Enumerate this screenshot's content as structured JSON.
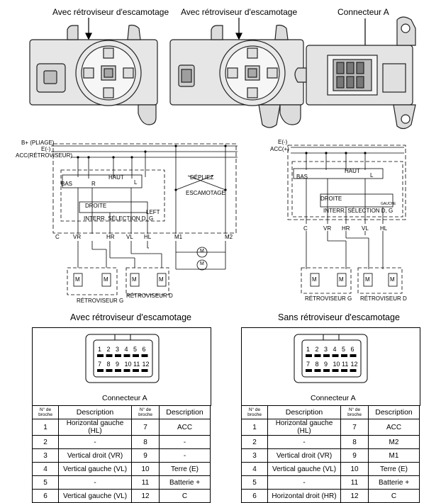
{
  "photos": {
    "left_label": "Avec rétroviseur d'escamotage",
    "middle_label": "Avec rétroviseur d'escamotage",
    "right_label": "Connecteur A"
  },
  "diagram_left": {
    "b_plus": "B+ (PLIAGE)",
    "e_minus": "E(-)",
    "acc": "ACC(RÉTROVISEUR)",
    "haut": "HAUT",
    "bas": "BAS",
    "r": "R",
    "l": "L",
    "droite": "DROITE",
    "left": "LEFT",
    "interr": "INTERR. SÉLECTION D, G",
    "depliez": "DÉPLIEZ",
    "escamotage": "ESCAMOTAGE",
    "pins": [
      "C",
      "VR",
      "HR",
      "VL",
      "HL",
      "M1",
      "M2"
    ],
    "motor": "M",
    "mirror_g": "RÉTROVISEUR G",
    "mirror_d": "RÉTROVISEUR D"
  },
  "diagram_right": {
    "e_minus": "E(-)",
    "acc": "ACC(+)",
    "haut": "HAUT",
    "bas": "BAS",
    "l": "L",
    "droite": "DROITE",
    "gauche": "GAUCHE",
    "interr": "INTERR. SÉLECTION D, G",
    "pins": [
      "C",
      "VR",
      "HR",
      "VL",
      "HL"
    ],
    "motor": "M",
    "mirror_g": "RÉTROVISEUR G",
    "mirror_d": "RÉTROVISEUR D"
  },
  "tables": [
    {
      "title": "Avec rétroviseur d'escamotage",
      "connector_label": "Connecteur A",
      "pin_row_top": [
        "1",
        "2",
        "3",
        "4",
        "5",
        "6"
      ],
      "pin_row_bottom": [
        "7",
        "8",
        "9",
        "10",
        "11",
        "12"
      ],
      "headers": [
        "N° de broche",
        "Description",
        "N° de broche",
        "Description"
      ],
      "rows": [
        [
          "1",
          "Horizontal gauche (HL)",
          "7",
          "ACC"
        ],
        [
          "2",
          "-",
          "8",
          "-"
        ],
        [
          "3",
          "Vertical droit (VR)",
          "9",
          "-"
        ],
        [
          "4",
          "Vertical gauche (VL)",
          "10",
          "Terre (E)"
        ],
        [
          "5",
          "-",
          "11",
          "Batterie +"
        ],
        [
          "6",
          "Vertical gauche (VL)",
          "12",
          "C"
        ]
      ]
    },
    {
      "title": "Sans rétroviseur d'escamotage",
      "connector_label": "Connecteur A",
      "pin_row_top": [
        "1",
        "2",
        "3",
        "4",
        "5",
        "6"
      ],
      "pin_row_bottom": [
        "7",
        "8",
        "9",
        "10",
        "11",
        "12"
      ],
      "headers": [
        "N° de broche",
        "Description",
        "N° de broche",
        "Description"
      ],
      "rows": [
        [
          "1",
          "Horizontal gauche (HL)",
          "7",
          "ACC"
        ],
        [
          "2",
          "-",
          "8",
          "M2"
        ],
        [
          "3",
          "Vertical droit (VR)",
          "9",
          "M1"
        ],
        [
          "4",
          "Vertical gauche (VL)",
          "10",
          "Terre (E)"
        ],
        [
          "5",
          "-",
          "11",
          "Batterie +"
        ],
        [
          "6",
          "Horizontal droit (HR)",
          "12",
          "C"
        ]
      ]
    }
  ]
}
